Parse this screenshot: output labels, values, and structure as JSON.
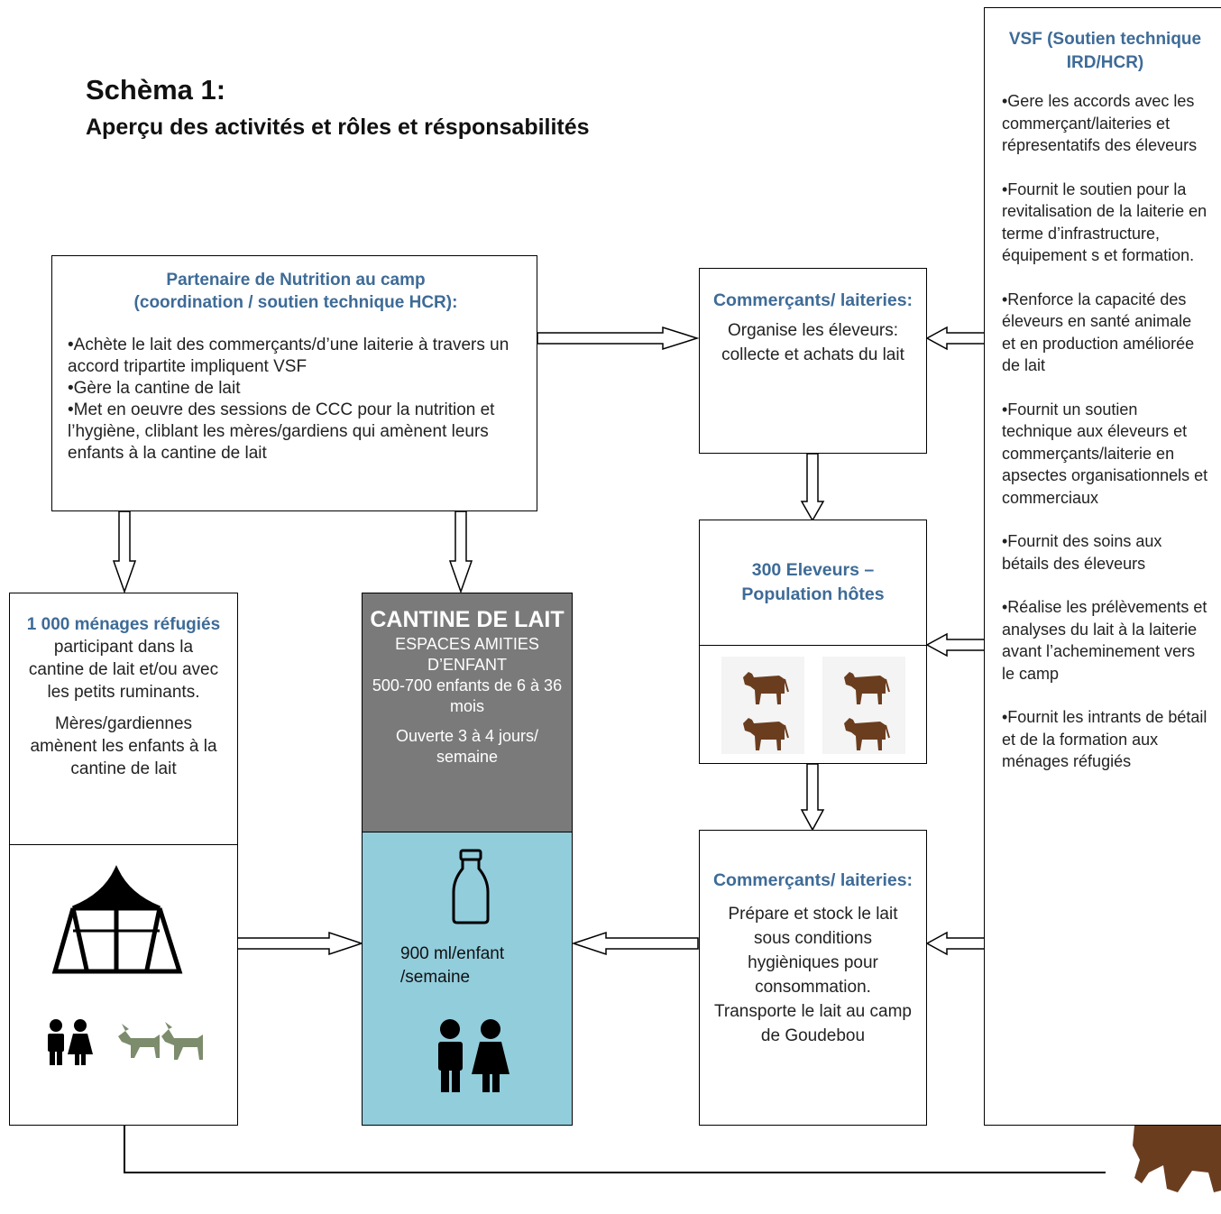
{
  "title": {
    "line1": "Schèma 1:",
    "line2": "Aperçu des activités et rôles et résponsabilités"
  },
  "nutrition_partner": {
    "heading_line1": "Partenaire de Nutrition au camp",
    "heading_line2": "(coordination / soutien technique HCR):",
    "bullets": [
      "•Achète le lait des commerçants/d’une laiterie à travers un accord tripartite impliquent  VSF",
      "•Gère la cantine de lait",
      "•Met en oeuvre des sessions de CCC pour la nutrition et l’hygiène, cliblant les mères/gardiens qui amènent  leurs enfants à la cantine de lait"
    ]
  },
  "refugee_households": {
    "heading": "1 000 ménages réfugiés",
    "text1": " participant dans la cantine de lait et/ou avec les petits ruminants.",
    "text2": "Mères/gardiennes amènent les enfants à la cantine de lait"
  },
  "milk_canteen": {
    "heading": "CANTINE DE LAIT",
    "line1": "ESPACES AMITIES D’ENFANT",
    "line2": "500-700 enfants de 6 à 36 mois",
    "line3": "Ouverte 3 à 4 jours/ semaine",
    "ration_line1": "900 ml/enfant",
    "ration_line2": "/semaine"
  },
  "traders_top": {
    "heading": "Commerçants/ laiteries:",
    "text": "Organise les éleveurs: collecte et achats du lait"
  },
  "herders": {
    "heading": "300 Eleveurs – Population hôtes"
  },
  "traders_bottom": {
    "heading": "Commerçants/ laiteries:",
    "text": "Prépare et stock le lait sous conditions hygièniques pour consommation. Transporte le lait au camp de Goudebou"
  },
  "vsf": {
    "heading": "VSF (Soutien technique IRD/HCR)",
    "bullets": [
      "•Gere les accords avec les commerçant/laiteries et répresentatifs des éleveurs",
      "•Fournit le soutien pour la revitalisation de la laiterie en terme d’infrastructure, équipement s et formation.",
      "•Renforce la capacité des éleveurs en santé animale et en production améliorée de lait",
      "•Fournit un soutien technique aux éleveurs et commerçants/laiterie en apsectes organisationnels et commerciaux",
      "•Fournit des soins aux bétails des éleveurs",
      "•Réalise les prélèvements et analyses du lait à la laiterie avant l’acheminement  vers le camp",
      "•Fournit les intrants de bétail et de la formation aux ménages réfugiés"
    ]
  },
  "colors": {
    "heading_blue": "#3e6b97",
    "canteen_grey": "#7a7a7a",
    "canteen_teal": "#92cddc",
    "cow_brown": "#6b3d1f",
    "goat_green": "#7c8c6c"
  },
  "icons": [
    "tent-icon",
    "family-icon",
    "goat-icon",
    "milk-bottle-icon",
    "cow-icon"
  ]
}
